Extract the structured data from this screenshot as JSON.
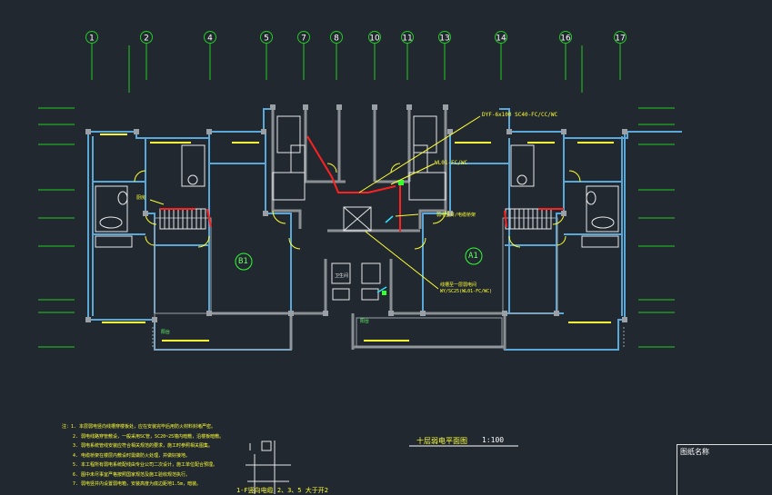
{
  "axes": [
    "1",
    "2",
    "4",
    "5",
    "7",
    "8",
    "10",
    "11",
    "13",
    "14",
    "16",
    "17"
  ],
  "units": {
    "left": "B1",
    "right": "A1"
  },
  "drawing_title": "十层弱电平面图",
  "scale": "1:100",
  "title_block_label": "图纸名称",
  "section_label": "1-F竖向电缆 2、3、5 大于开2",
  "notes": [
    "注：1. 本层弱电竖向线槽穿楼板处，应在安装完毕后用防火材料封堵严密。",
    "2. 弱电线路穿管敷设，一般采用SC管，SC20~25墙内暗敷，沿楼板暗敷。",
    "3. 弱电系统管线安装应符合相关规范的要求，施工时参照相关图集。",
    "4. 电缆桥架在楼层内敷设时需做防火处理，并做好接地。",
    "5. 本工程所有弱电系统配线由专业公司二次设计，施工单位配合预埋。",
    "6. 图中未尽事宜严格按照国家规范及施工验收规范执行。",
    "7. 弱电竖井内设置弱电箱，安装高度为底边距地1.5m，暗装。"
  ],
  "callouts": {
    "top": "DYF-6x100 SC40-FC/CC/WC",
    "mid": "WL01-FC/WC",
    "lower1": "弱电竖井/电缆桥架",
    "lower2": "线槽至一层弱电间",
    "lower3": "WY/SC25(WL01-FC/WC)",
    "kitchen_l": "厨房",
    "bal_l": "阳台",
    "bal_r": "阳台",
    "bath": "卫生间"
  },
  "colors": {
    "background": "#212830",
    "wall": "#5aa8d8",
    "wall_fill": "#8a8f94",
    "axis": "#22cc22",
    "text": "#ffff33",
    "cable": "#ff2020",
    "furniture": "#e8e8e8",
    "door": "#ffff33"
  }
}
